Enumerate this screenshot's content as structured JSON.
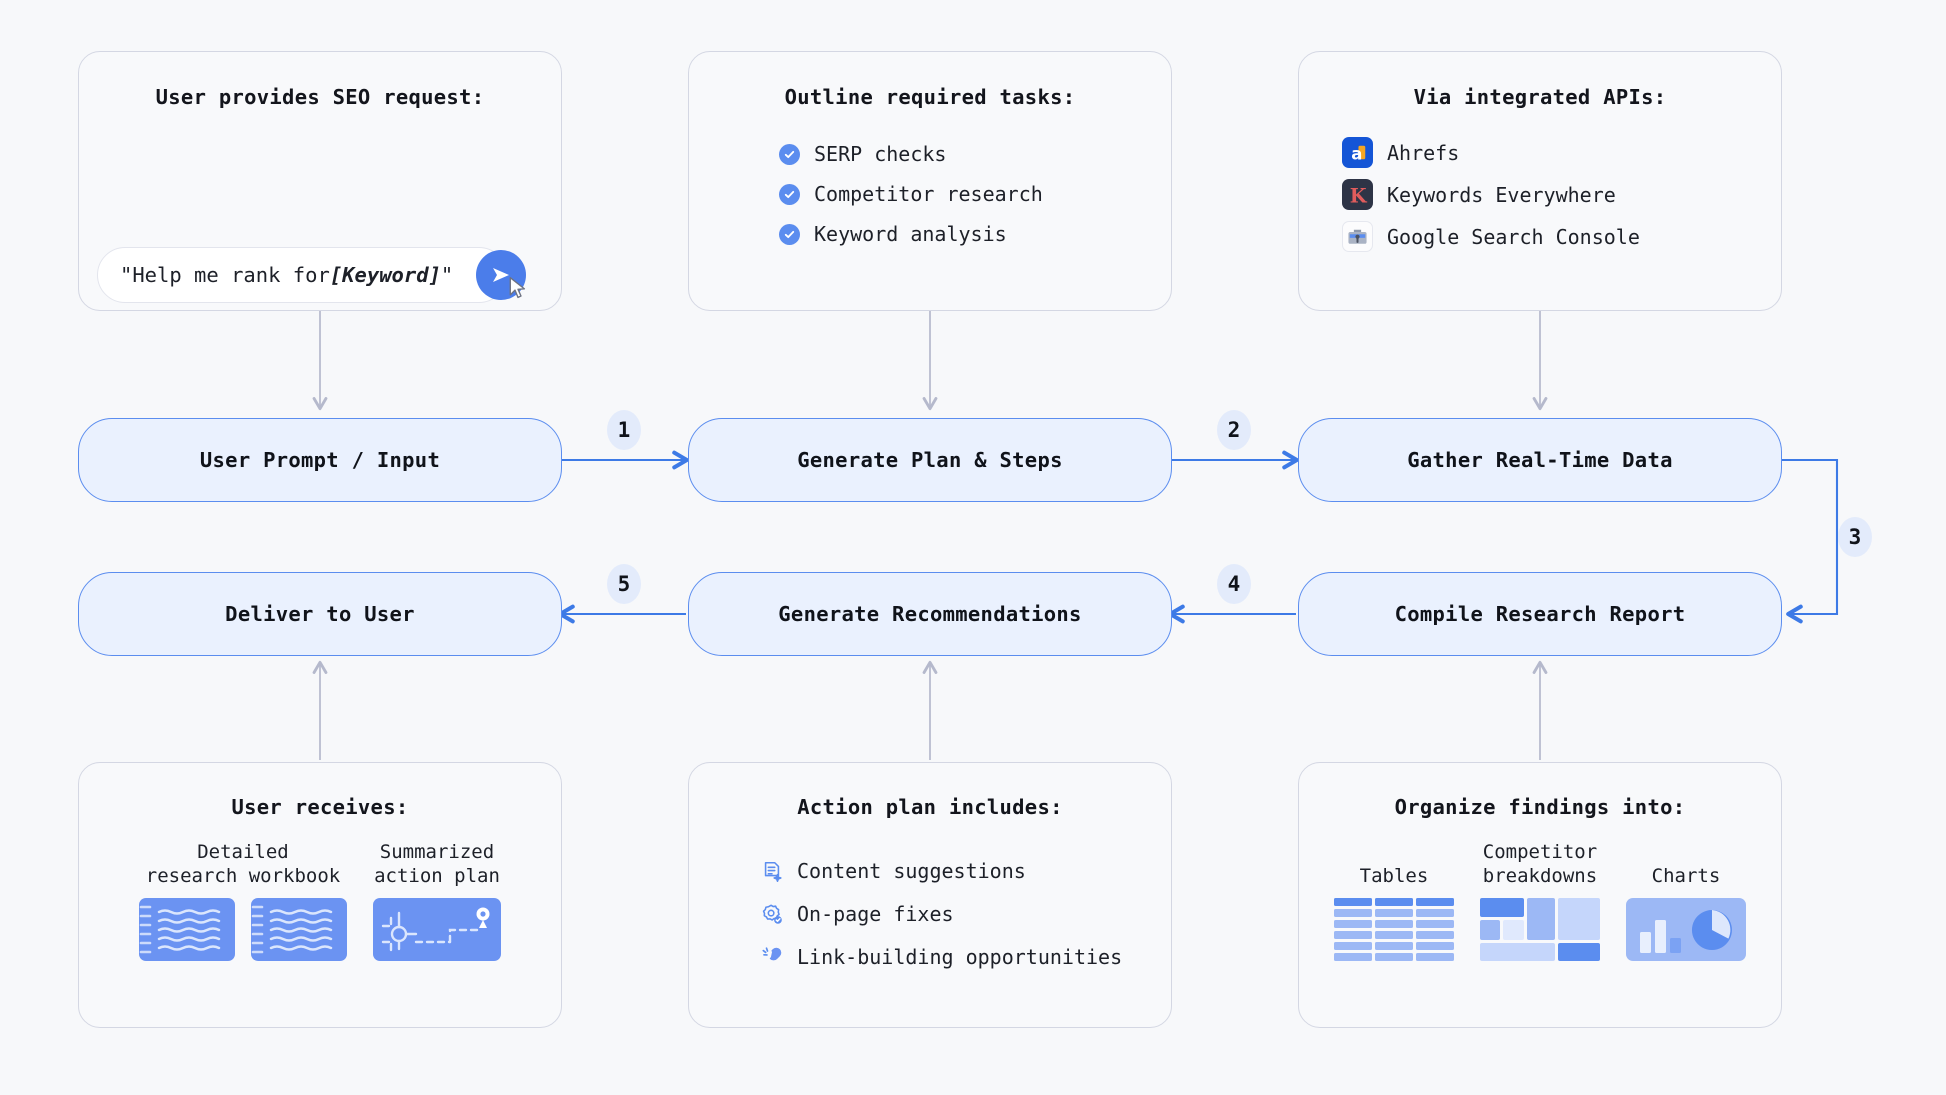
{
  "colors": {
    "canvas": "#f7f8fa",
    "card_bg": "#f8f9fb",
    "card_border": "#d4d7e3",
    "pill_bg": "#eaf1fe",
    "pill_border": "#5b8def",
    "accent_blue": "#4b7dea",
    "arrow_blue": "#3d7ae6",
    "arrow_grey": "#b5b9cc",
    "badge_bg": "#e3ebfb",
    "thumb_blue": "#6b93f2",
    "thumb_blue_light": "#9cb8f5",
    "ahrefs_bg": "#1455d6",
    "keywords_bg": "#2d3446",
    "keywords_letter": "#e05c5c"
  },
  "top_cards": [
    {
      "title": "User provides SEO request:",
      "prompt": {
        "prefix": "\"Help me rank for ",
        "keyword": "[Keyword]",
        "suffix": "\"",
        "send_icon": "send-arrow-icon",
        "cursor_icon": "mouse-pointer-icon"
      }
    },
    {
      "title": "Outline required tasks:",
      "items": [
        {
          "icon": "check-circle-icon",
          "label": "SERP checks"
        },
        {
          "icon": "check-circle-icon",
          "label": "Competitor research"
        },
        {
          "icon": "check-circle-icon",
          "label": "Keyword analysis"
        }
      ]
    },
    {
      "title": "Via integrated APIs:",
      "items": [
        {
          "icon": "ahrefs-icon",
          "label": "Ahrefs",
          "glyph": "a"
        },
        {
          "icon": "keywords-everywhere-icon",
          "label": "Keywords Everywhere",
          "glyph": "K"
        },
        {
          "icon": "google-search-console-icon",
          "label": "Google Search Console",
          "glyph": ""
        }
      ]
    }
  ],
  "flow": {
    "row1": [
      {
        "label": "User Prompt / Input"
      },
      {
        "label": "Generate Plan & Steps"
      },
      {
        "label": "Gather Real-Time Data"
      }
    ],
    "row2": [
      {
        "label": "Deliver to User"
      },
      {
        "label": "Generate Recommendations"
      },
      {
        "label": "Compile Research Report"
      }
    ],
    "badges": [
      "1",
      "2",
      "3",
      "4",
      "5"
    ]
  },
  "bottom_cards": [
    {
      "title": "User receives:",
      "thumbs": [
        {
          "caption": "Detailed\nresearch workbook",
          "icon": "notebook-icon",
          "count": 2
        },
        {
          "caption": "Summarized\naction plan",
          "icon": "roadmap-icon",
          "count": 1
        }
      ]
    },
    {
      "title": "Action plan includes:",
      "items": [
        {
          "icon": "document-sparkle-icon",
          "label": "Content suggestions"
        },
        {
          "icon": "gear-check-icon",
          "label": "On-page fixes"
        },
        {
          "icon": "link-icon",
          "label": "Link-building opportunities"
        }
      ]
    },
    {
      "title": "Organize findings into:",
      "thumbs": [
        {
          "caption": "Tables",
          "icon": "table-grid-icon"
        },
        {
          "caption": "Competitor\nbreakdowns",
          "icon": "treemap-icon"
        },
        {
          "caption": "Charts",
          "icon": "bar-pie-chart-icon"
        }
      ]
    }
  ]
}
